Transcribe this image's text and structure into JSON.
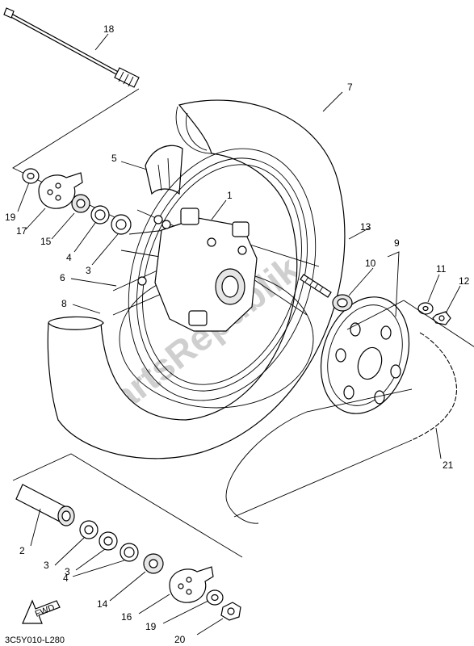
{
  "callouts": {
    "c1": "1",
    "c2": "2",
    "c3a": "3",
    "c3b": "3",
    "c3c": "3",
    "c4a": "4",
    "c4b": "4",
    "c5": "5",
    "c6": "6",
    "c7": "7",
    "c8": "8",
    "c9": "9",
    "c10": "10",
    "c11": "11",
    "c12": "12",
    "c13": "13",
    "c14": "14",
    "c15": "15",
    "c16": "16",
    "c17": "17",
    "c18": "18",
    "c19a": "19",
    "c19b": "19",
    "c20": "20",
    "c21": "21"
  },
  "direction_label": "FWD",
  "drawing_code": "3C5Y010-L280",
  "watermark": "PartsRepublik"
}
